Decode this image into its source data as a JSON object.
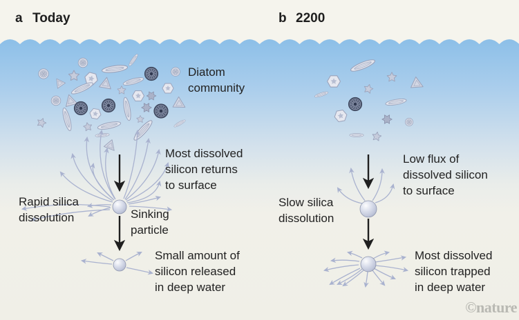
{
  "figure": {
    "watermark": "©nature",
    "panels": [
      {
        "letter": "a",
        "title": "Today",
        "labels": {
          "community": "Diatom\ncommunity",
          "flux": "Most dissolved\nsilicon returns\nto surface",
          "dissolution": "Rapid silica\ndissolution",
          "particle": "Sinking\nparticle",
          "deep": "Small amount of\nsilicon released\nin deep water"
        }
      },
      {
        "letter": "b",
        "title": "2200",
        "labels": {
          "flux": "Low flux of\ndissolved silicon\nto surface",
          "dissolution": "Slow silica\ndissolution",
          "deep": "Most dissolved\nsilicon trapped\nin deep water"
        }
      }
    ],
    "colors": {
      "water_top": "#8cbfe8",
      "background_cream": "#f5f4ed",
      "deep_water_cream": "#f0efe7",
      "flux_arrow": "#a9b2cf",
      "sink_arrow": "#1f1f1f",
      "diatom_dark": "#525c74",
      "diatom_light": "#e2e5ee",
      "text": "#222222",
      "watermark_gray": "#b9b9b3"
    }
  }
}
